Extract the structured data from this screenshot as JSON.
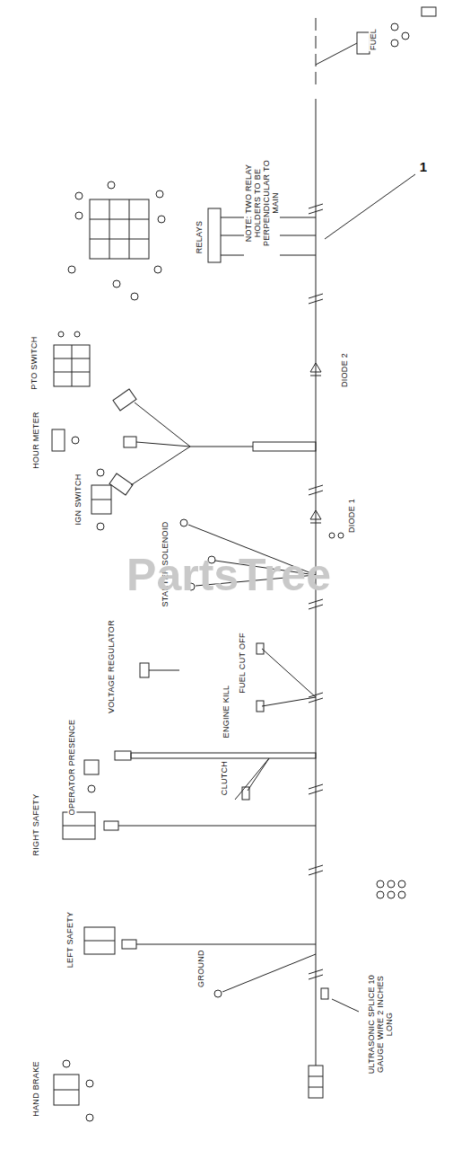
{
  "diagram": {
    "labels": [
      "FUEL",
      "1",
      "NOTE: TWO RELAY HOLDERS TO BE PERPENDICULAR TO MAIN",
      "RELAYS",
      "PTO SWITCH",
      "HOUR METER",
      "IGN SWITCH",
      "DIODE 2",
      "DIODE 1",
      "STARTER SOLENOID",
      "VOLTAGE REGULATOR",
      "FUEL CUT OFF",
      "ENGINE KILL",
      "OPERATOR PRESENCE",
      "CLUTCH",
      "RIGHT SAFETY",
      "LEFT SAFETY",
      "GROUND",
      "ULTRASONIC SPLICE 10 GAUGE WIRE 2 INCHES LONG",
      "HAND BRAKE",
      "PartsTree"
    ]
  }
}
